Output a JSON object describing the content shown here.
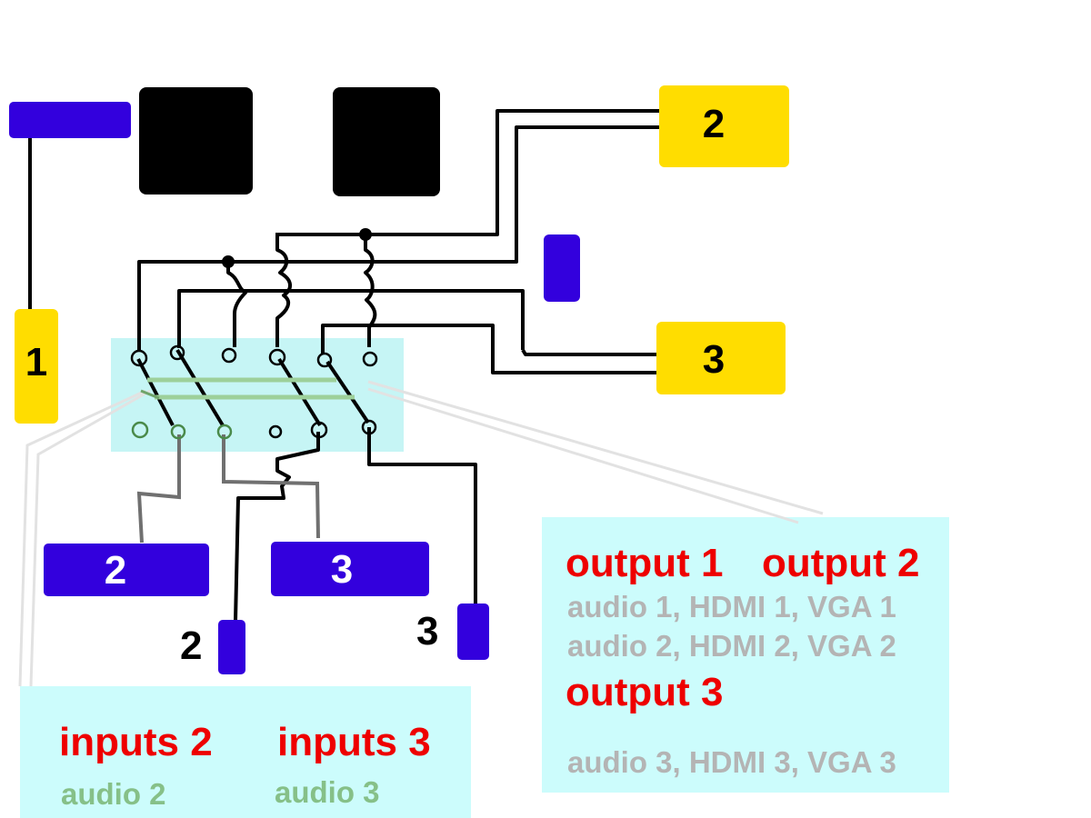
{
  "nodes": {
    "yellow_1": "1",
    "yellow_2": "2",
    "yellow_3": "3",
    "blue_in_2": "2",
    "blue_in_3": "3",
    "small_2": "2",
    "small_3": "3"
  },
  "outputs_panel": {
    "output_1": "output 1",
    "output_2": "output 2",
    "line_1": "audio 1, HDMI 1, VGA 1",
    "line_2": "audio 2, HDMI 2, VGA 2",
    "output_3": "output 3",
    "line_3": "audio 3, HDMI 3, VGA 3"
  },
  "inputs_panel": {
    "inputs_2": "inputs 2",
    "inputs_3": "inputs 3",
    "audio_2": "audio 2",
    "audio_3": "audio 3"
  },
  "colors": {
    "blue": "#3300dd",
    "yellow": "#ffdd00",
    "black": "#000000",
    "panel": "#ccfcfc",
    "switch_area": "#c6f5f5",
    "red_text": "#ee0000",
    "gray_text": "#b4b4b4",
    "green_text": "#86c088"
  }
}
